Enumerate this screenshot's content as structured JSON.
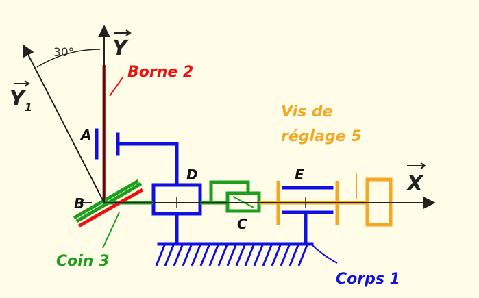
{
  "colors": {
    "background": "#FFFDE8",
    "axes": "#222222",
    "borne": "#EE1111",
    "coin": "#1E9E1E",
    "corps": "#1010E0",
    "vis": "#F5A623"
  },
  "axes": {
    "x_label": "X",
    "y_label": "Y",
    "y1_label": "Y",
    "y1_subscript": "1",
    "angle_label": "30°"
  },
  "points": {
    "a": "A",
    "b": "B",
    "c": "C",
    "d": "D",
    "e": "E"
  },
  "parts": {
    "borne": "Borne 2",
    "coin": "Coin 3",
    "corps": "Corps 1",
    "vis_line1": "Vis de",
    "vis_line2": "réglage 5"
  }
}
